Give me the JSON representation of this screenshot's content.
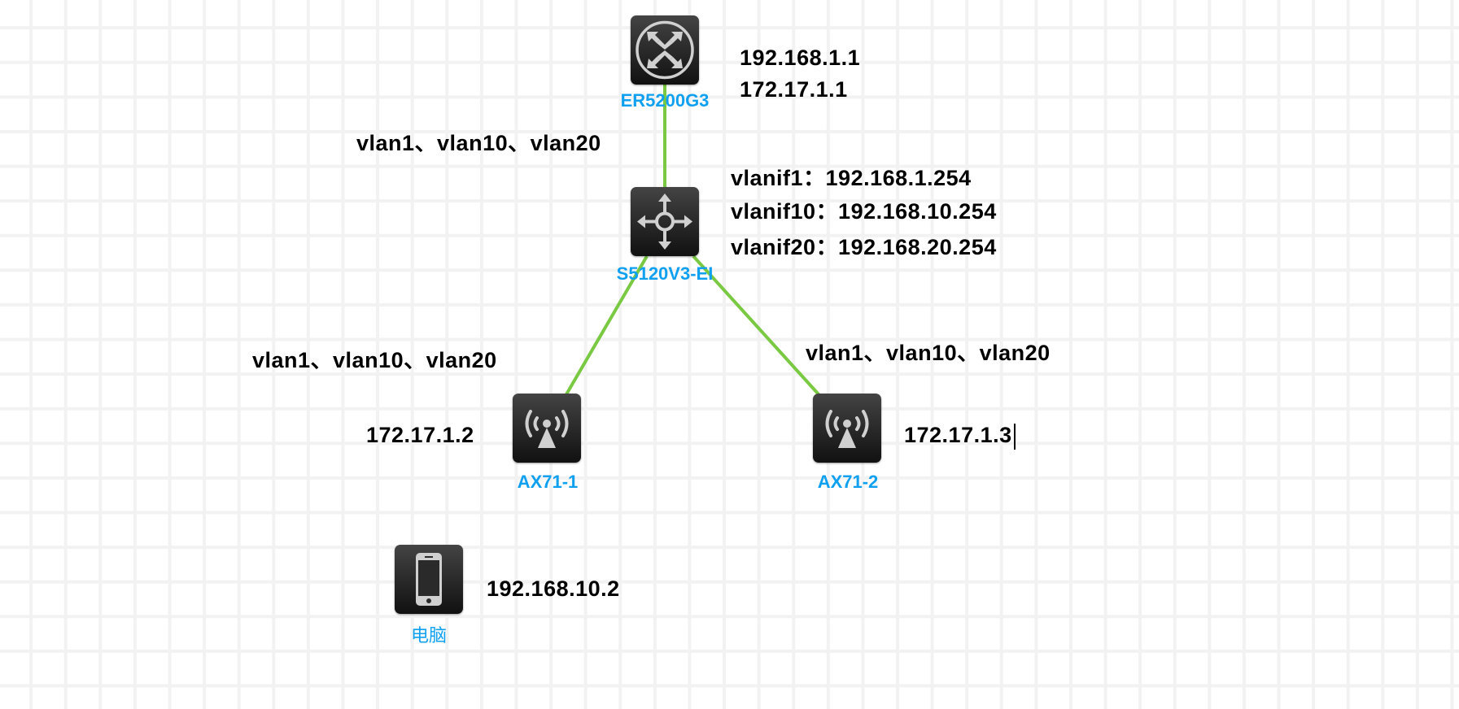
{
  "devices": {
    "router": {
      "name": "ER5200G3",
      "ips": [
        "192.168.1.1",
        "172.17.1.1"
      ]
    },
    "switch": {
      "name": "S5120V3-EI",
      "vlanifs": [
        "vlanif1：192.168.1.254",
        "vlanif10：192.168.10.254",
        "vlanif20：192.168.20.254"
      ]
    },
    "ap1": {
      "name": "AX71-1",
      "ip": "172.17.1.2"
    },
    "ap2": {
      "name": "AX71-2",
      "ip": "172.17.1.3"
    },
    "phone": {
      "name": "电脑",
      "ip": "192.168.10.2"
    }
  },
  "links": {
    "router_switch": "vlan1、vlan10、vlan20",
    "switch_ap1": "vlan1、vlan10、vlan20",
    "switch_ap2": "vlan1、vlan10、vlan20"
  },
  "colors": {
    "link": "#7ac943",
    "label": "#10a0f0"
  }
}
